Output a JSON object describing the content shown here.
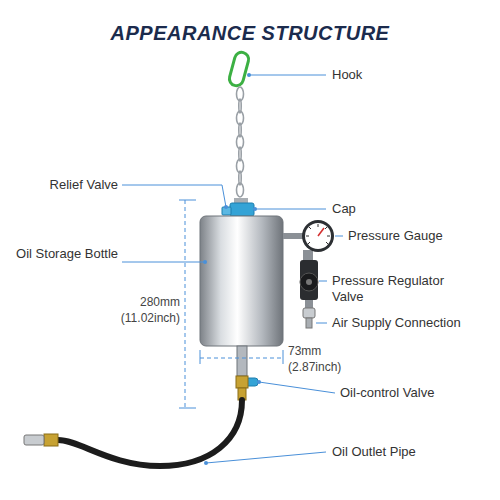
{
  "diagram": {
    "title": "APPEARANCE STRUCTURE",
    "labels": [
      "Hook",
      "Relief Valve",
      "Cap",
      "Oil Storage Bottle",
      "Pressure Gauge",
      "280mm (11.02inch)",
      "Pressure Regulator Valve",
      "Air Supply Connection",
      "73mm (2.87inch)",
      "Oil-control Valve",
      "Oil Outlet Pipe"
    ]
  }
}
